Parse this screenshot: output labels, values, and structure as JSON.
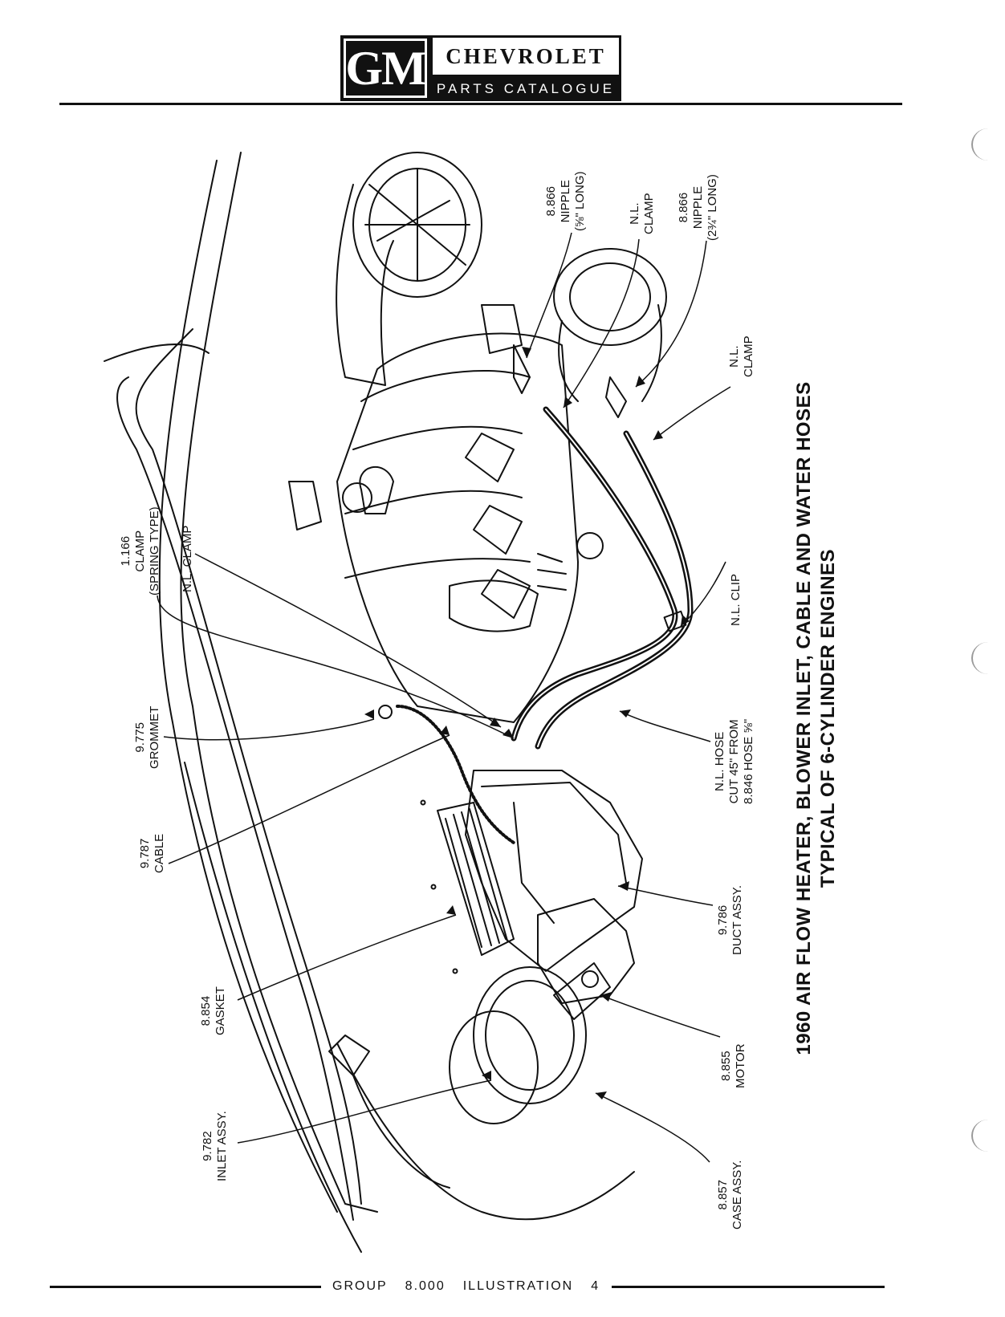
{
  "header": {
    "logo_text": "GM",
    "brand": "CHEVROLET",
    "subtitle": "PARTS CATALOGUE"
  },
  "title": {
    "line1": "1960 AIR FLOW HEATER, BLOWER INLET, CABLE AND WATER HOSES",
    "line2": "TYPICAL OF 6-CYLINDER ENGINES"
  },
  "callouts": {
    "nipple_short": "8.866\nNIPPLE\n(⅝\" LONG)",
    "clamp_top": "N.L.\nCLAMP",
    "nipple_long": "8.866\nNIPPLE\n(2¾\" LONG)",
    "clamp_right": "N.L.\nCLAMP",
    "spring_clamp": "1.166\nCLAMP\n(SPRING TYPE)",
    "nl_clamp_left": "N.L. CLAMP",
    "clip": "N.L. CLIP",
    "grommet": "9.775\nGROMMET",
    "hose": "N.L. HOSE\nCUT 45\" FROM\n8.846 HOSE ⅝\"",
    "cable": "9.787\nCABLE",
    "duct": "9.786\nDUCT ASSY.",
    "gasket": "8.854\nGASKET",
    "motor": "8.855\nMOTOR",
    "inlet": "9.782\nINLET ASSY.",
    "case": "8.857\nCASE ASSY."
  },
  "footer": {
    "group_label": "GROUP",
    "group_number": "8.000",
    "illustration_label": "ILLUSTRATION",
    "illustration_number": "4"
  }
}
